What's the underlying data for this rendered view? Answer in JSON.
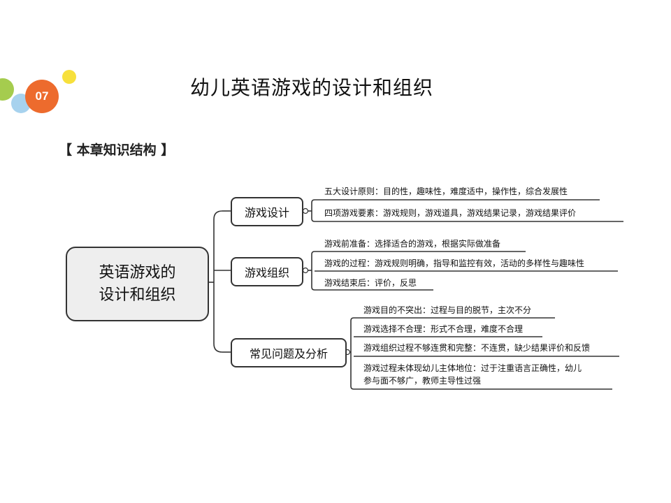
{
  "badge": {
    "number": "07"
  },
  "title": "幼儿英语游戏的设计和组织",
  "section_heading": "【 本章知识结构 】",
  "decor_colors": {
    "lime": "#a5cc4e",
    "yellow": "#f7e03c",
    "blue": "#a7d2ee",
    "orange": "#ed6b2d"
  },
  "mindmap": {
    "root": {
      "line1": "英语游戏的",
      "line2": "设计和组织"
    },
    "branches": [
      {
        "label": "游戏设计",
        "leaves": [
          {
            "text": "五大设计原则：目的性，趣味性，难度适中，操作性，综合发展性"
          },
          {
            "text": "四项游戏要素：游戏规则，游戏道具，游戏结果记录，游戏结果评价"
          }
        ]
      },
      {
        "label": "游戏组织",
        "leaves": [
          {
            "text": "游戏前准备：选择适合的游戏，根据实际做准备"
          },
          {
            "text": "游戏的过程：游戏规则明确，指导和监控有效，活动的多样性与趣味性"
          },
          {
            "text": "游戏结束后：评价，反思"
          }
        ]
      },
      {
        "label": "常见问题及分析",
        "leaves": [
          {
            "text": "游戏目的不突出：过程与目的脱节，主次不分"
          },
          {
            "text": "游戏选择不合理：形式不合理，难度不合理"
          },
          {
            "text": "游戏组织过程不够连贯和完整：不连贯，缺少结果评价和反馈"
          },
          {
            "text": "游戏过程未体现幼儿主体地位：过于注重语言正确性，幼儿",
            "text2": "参与面不够广，教师主导性过强"
          }
        ]
      }
    ]
  }
}
